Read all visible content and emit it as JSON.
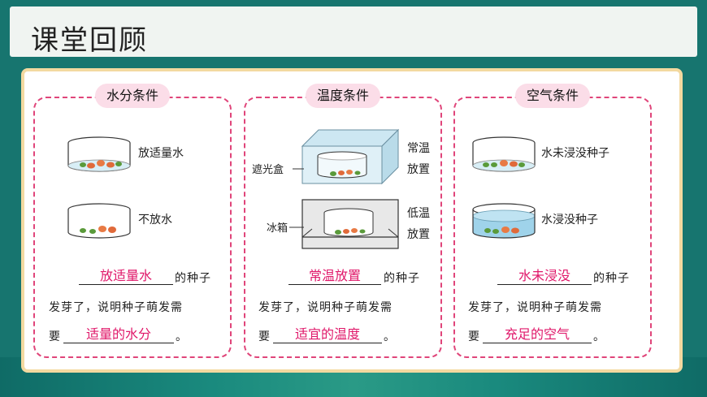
{
  "title": "课堂回顾",
  "colors": {
    "pink": "#e0457a",
    "answer": "#e0186a",
    "teal": "#17756f",
    "label_bg": "#fbdde8"
  },
  "cards": [
    {
      "title": "水分条件",
      "items": [
        {
          "label": "放适量水",
          "water": "low"
        },
        {
          "label": "不放水",
          "water": "none"
        }
      ],
      "sentence": {
        "suffix1": "的种子",
        "line2": "发芽了，说明种子萌发需",
        "prefix3": "要",
        "end": "。"
      },
      "answers": [
        "放适量水",
        "适量的水分"
      ]
    },
    {
      "title": "温度条件",
      "top_box_label": "遮光盒",
      "bottom_box_label": "冰箱",
      "top_right_label": "常温放置",
      "bottom_right_label": "低温放置",
      "sentence": {
        "suffix1": "的种子",
        "line2": "发芽了，说明种子萌发需",
        "prefix3": "要",
        "end": "。"
      },
      "answers": [
        "常温放置",
        "适宜的温度"
      ]
    },
    {
      "title": "空气条件",
      "items": [
        {
          "label": "水未浸没种子",
          "water": "low"
        },
        {
          "label": "水浸没种子",
          "water": "full"
        }
      ],
      "sentence": {
        "suffix1": "的种子",
        "line2": "发芽了，说明种子萌发需",
        "prefix3": "要",
        "end": "。"
      },
      "answers": [
        "水未浸没",
        "充足的空气"
      ]
    }
  ]
}
